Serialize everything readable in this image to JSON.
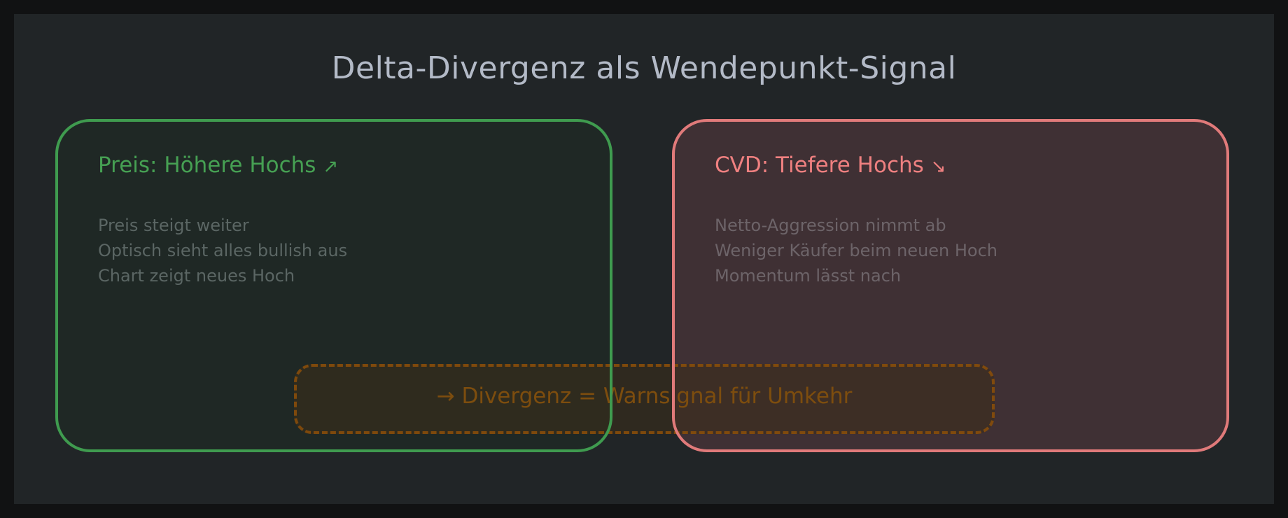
{
  "diagram": {
    "title": "Delta-Divergenz als Wendepunkt-Signal",
    "colors": {
      "background": "#212527",
      "frame": "#111213",
      "title": "#b3bac7",
      "price_accent": "#46a053",
      "cvd_accent": "#ef8080",
      "callout_accent": "#8c500a"
    },
    "panels": [
      {
        "id": "price",
        "heading": "Preis: Höhere Hochs",
        "arrow_icon": "↗",
        "lines": [
          "Preis steigt weiter",
          "Optisch sieht alles bullish aus",
          "Chart zeigt neues Hoch"
        ]
      },
      {
        "id": "cvd",
        "heading": "CVD: Tiefere Hochs",
        "arrow_icon": "↘",
        "lines": [
          "Netto-Aggression nimmt ab",
          "Weniger Käufer beim neuen Hoch",
          "Momentum lässt nach"
        ]
      }
    ],
    "callout": {
      "text": "→ Divergenz = Warnsignal für Umkehr"
    }
  }
}
